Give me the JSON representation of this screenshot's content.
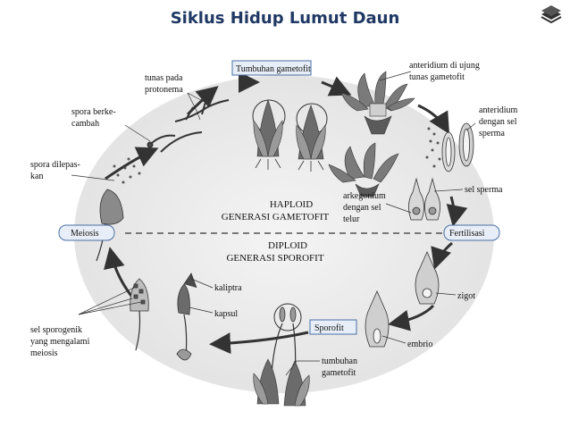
{
  "title": "Siklus Hidup Lumut Daun",
  "logo_icon": "stack-logo-icon",
  "boxes": {
    "gametophyte_plant": "Tumbuhan gametofit",
    "meiosis": "Meiosis",
    "fertilization": "Fertilisasi",
    "sporophyte": "Sporofit"
  },
  "center": {
    "haploid_line1": "HAPLOID",
    "haploid_line2": "GENERASI GAMETOFIT",
    "diploid_line1": "DIPLOID",
    "diploid_line2": "GENERASI SPOROFIT"
  },
  "labels": {
    "bud_line1": "tunas pada",
    "bud_line2": "protonema",
    "spore_germ_line1": "spora berke-",
    "spore_germ_line2": "cambah",
    "spore_release_line1": "spora dilepas-",
    "spore_release_line2": "kan",
    "antheridium_tip_line1": "anteridium di ujung",
    "antheridium_tip_line2": "tunas gametofit",
    "antheridium_sperm_line1": "anteridium",
    "antheridium_sperm_line2": "dengan sel",
    "antheridium_sperm_line3": "sperma",
    "sperm_cell": "sel sperma",
    "archegonium_line1": "arkegonium",
    "archegonium_line2": "dengan sel",
    "archegonium_line3": "telur",
    "zygote": "zigot",
    "embryo": "embrio",
    "young_gametophyte_line1": "tumbuhan",
    "young_gametophyte_line2": "gametofit",
    "calyptra": "kaliptra",
    "capsule": "kapsul",
    "sporogenic_line1": "sel sporogenik",
    "sporogenic_line2": "yang mengalami",
    "sporogenic_line3": "meiosis"
  },
  "colors": {
    "title": "#1f3864",
    "arrow": "#333333",
    "plant_dark": "#555555",
    "plant_light": "#bdbdbd",
    "box_border": "#4a6fa5",
    "box_fill": "#e8eef7",
    "ellipse_fill": "#eeeeee"
  }
}
